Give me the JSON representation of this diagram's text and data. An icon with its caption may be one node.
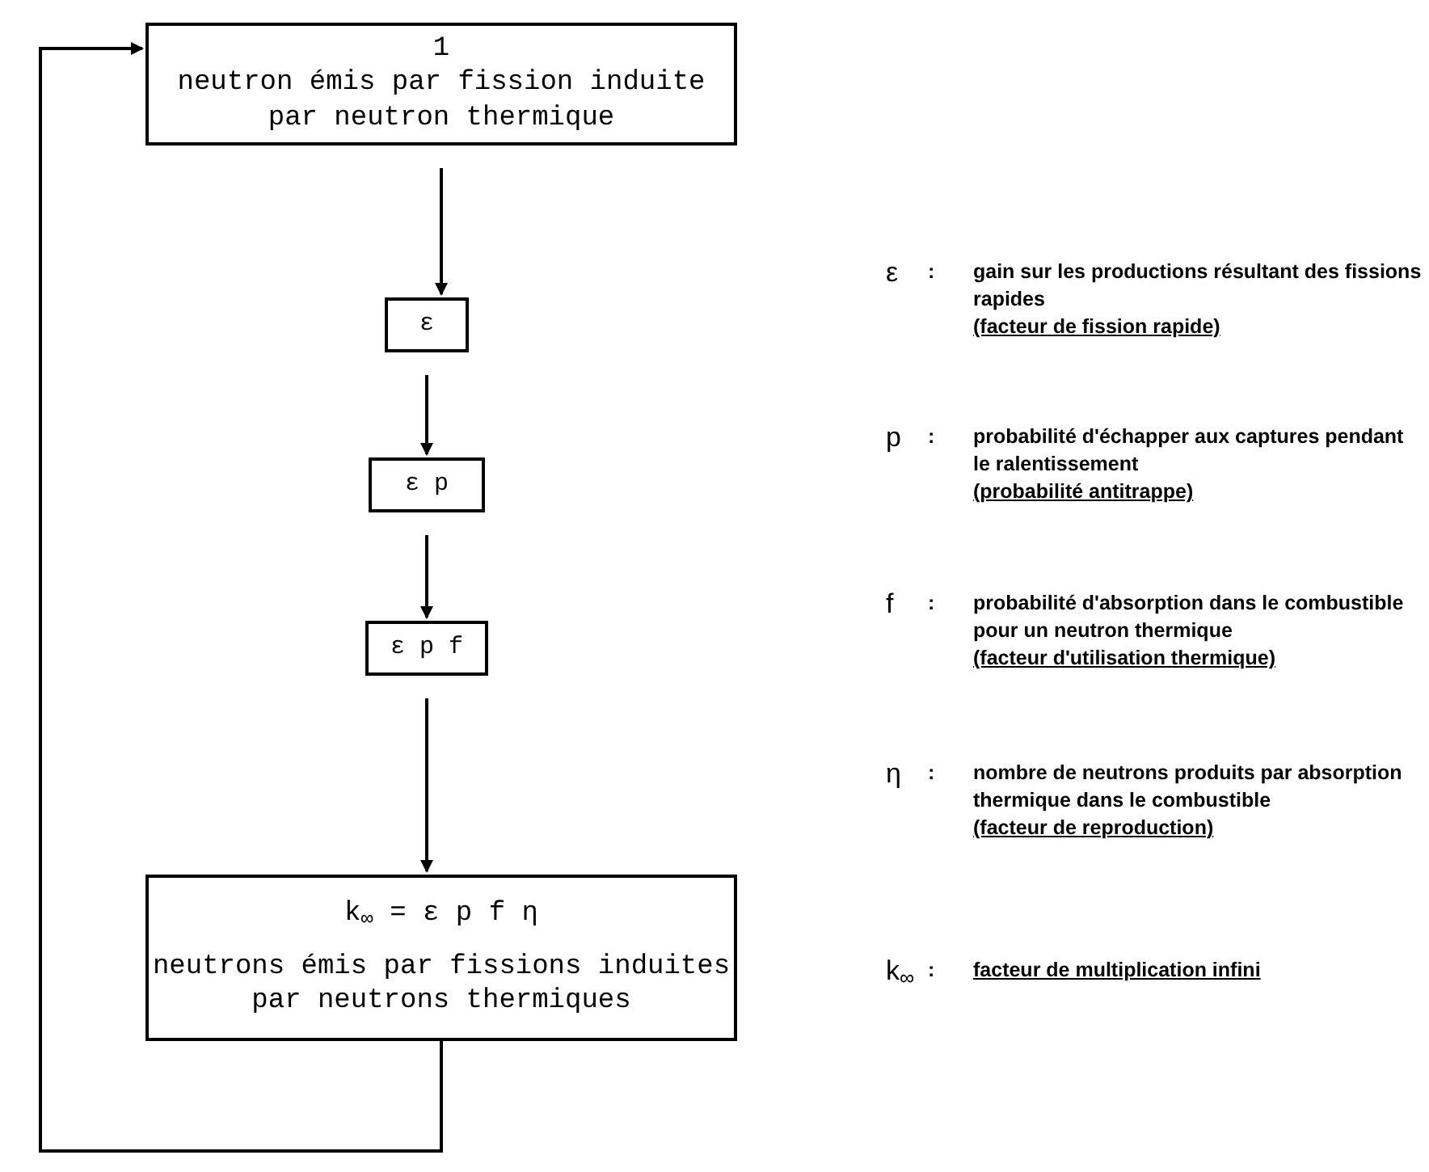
{
  "diagram": {
    "nodes": [
      {
        "text": [
          "1",
          "neutron émis par fission induite par neutron thermique"
        ]
      },
      {
        "text": [
          "ε"
        ]
      },
      {
        "text": [
          "ε p"
        ]
      },
      {
        "text": [
          "ε p f"
        ]
      },
      {
        "text": [
          "k$_{∞}$ = ε p f η",
          "neutrons émis par fissions induites par neutrons thermiques"
        ]
      }
    ],
    "edges": [
      {
        "from": 0,
        "to": 1,
        "arrow": "to"
      },
      {
        "from": 1,
        "to": 2,
        "arrow": "to"
      },
      {
        "from": 2,
        "to": 3,
        "arrow": "to"
      },
      {
        "from": 3,
        "to": 4,
        "arrow": "to"
      },
      {
        "from": 4,
        "to": 0,
        "arrow": "to"
      }
    ],
    "labels": [
      "ε",
      ":",
      "gain sur les productions résultant des fissions rapides",
      "(facteur de fission rapide)",
      "p",
      ":",
      "probabilité d'échapper aux captures pendant le ralentissement",
      "(probabilité antitrappe)",
      "f",
      ":",
      "probabilité d'absorption dans le combustible pour un neutron thermique",
      "(facteur d'utilisation thermique)",
      "η",
      ":",
      "nombre de neutrons produits par absorption thermique dans le combustible",
      "(facteur de reproduction)",
      "k$_{∞}$",
      ":",
      "facteur de multiplication infini"
    ]
  }
}
